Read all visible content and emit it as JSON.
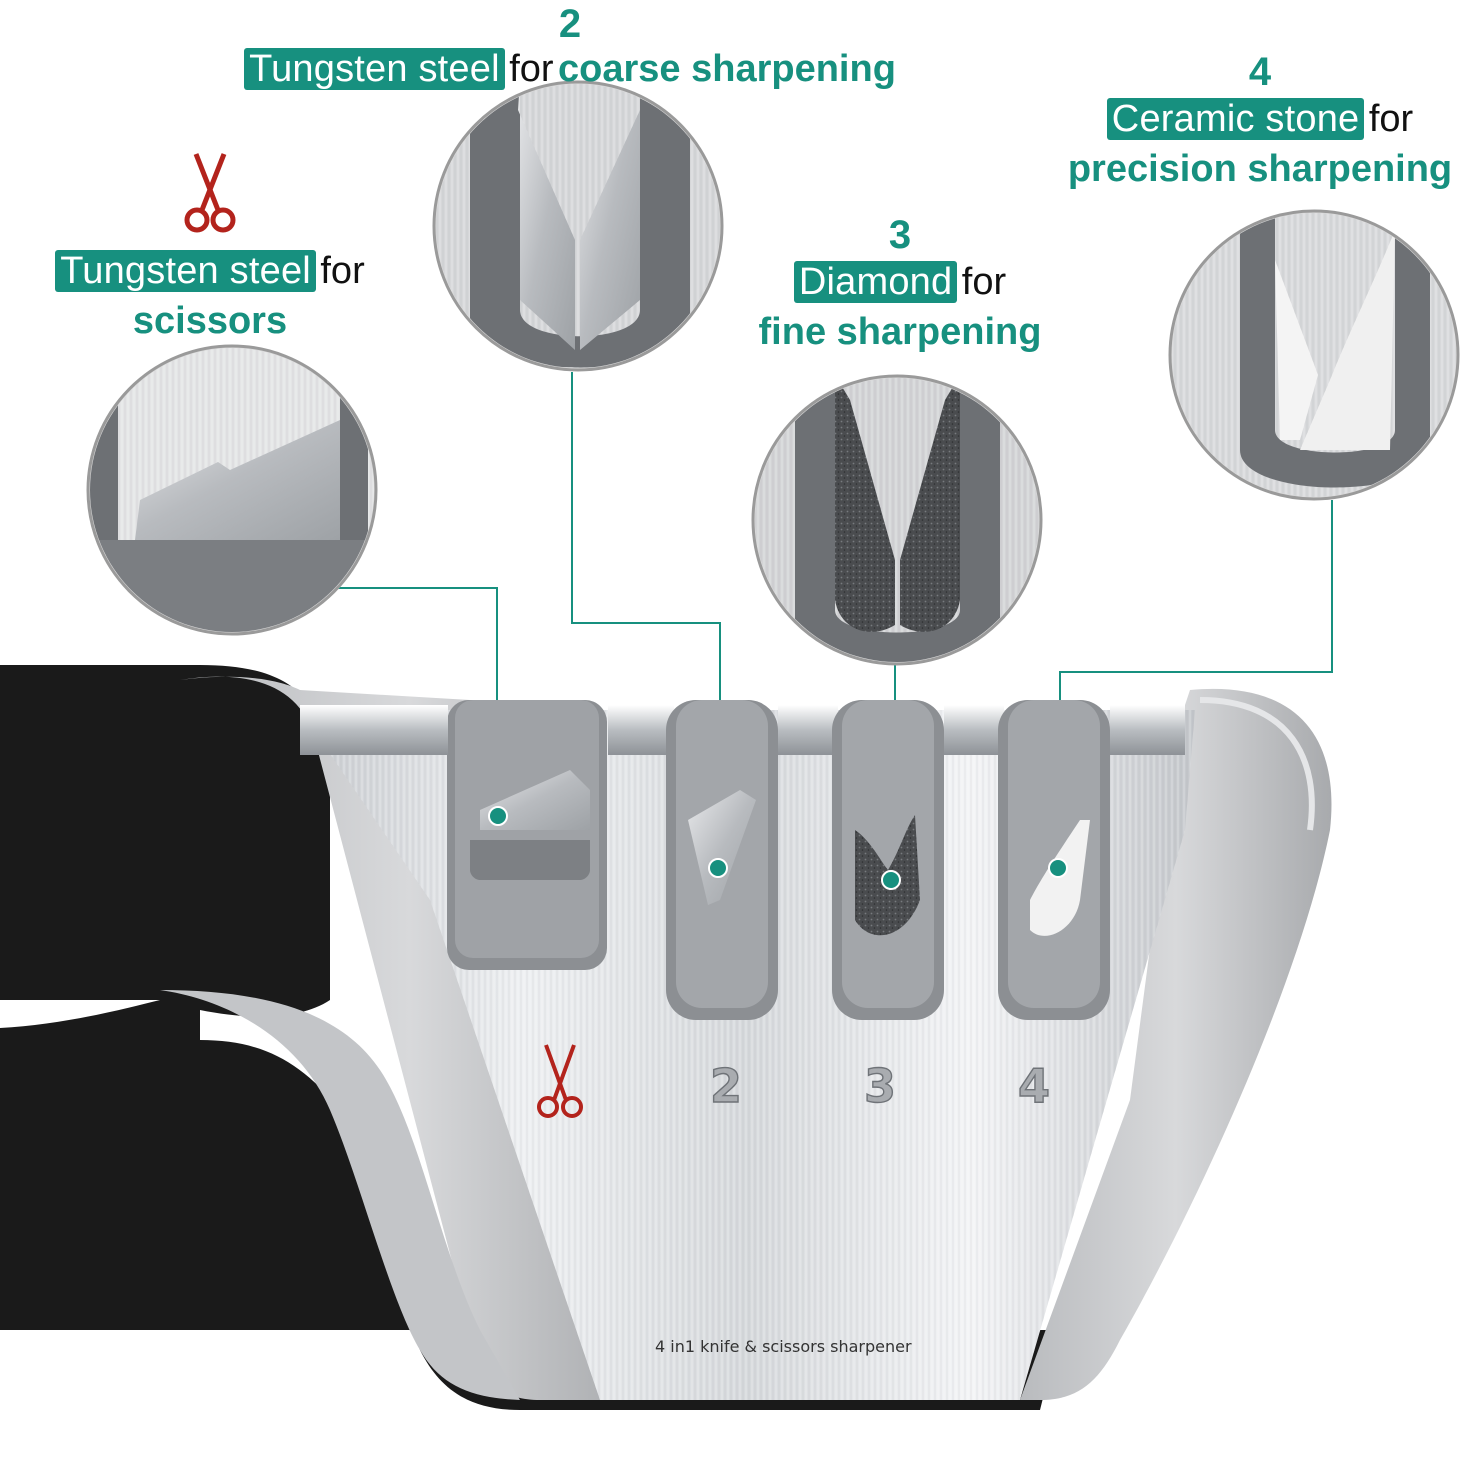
{
  "callouts": {
    "scissors": {
      "material": "Tungsten steel",
      "connector": "for",
      "purpose": "scissors",
      "icon": "scissors-icon"
    },
    "stage2": {
      "number": "2",
      "material": "Tungsten steel",
      "connector": "for",
      "purpose": "coarse sharpening"
    },
    "stage3": {
      "number": "3",
      "material": "Diamond",
      "connector": "for",
      "purpose": "fine sharpening"
    },
    "stage4": {
      "number": "4",
      "material": "Ceramic stone",
      "connector": "for",
      "purpose": "precision sharpening"
    }
  },
  "product": {
    "slot_labels": [
      "2",
      "3",
      "4"
    ],
    "scissors_slot_icon": "scissors-icon",
    "tagline": "4 in1 knife & scissors sharpener"
  },
  "colors": {
    "accent": "#17907f",
    "scissors_icon": "#b3231c",
    "handle_black": "#1a1a1a",
    "body_grey": "#c9cbcd"
  }
}
